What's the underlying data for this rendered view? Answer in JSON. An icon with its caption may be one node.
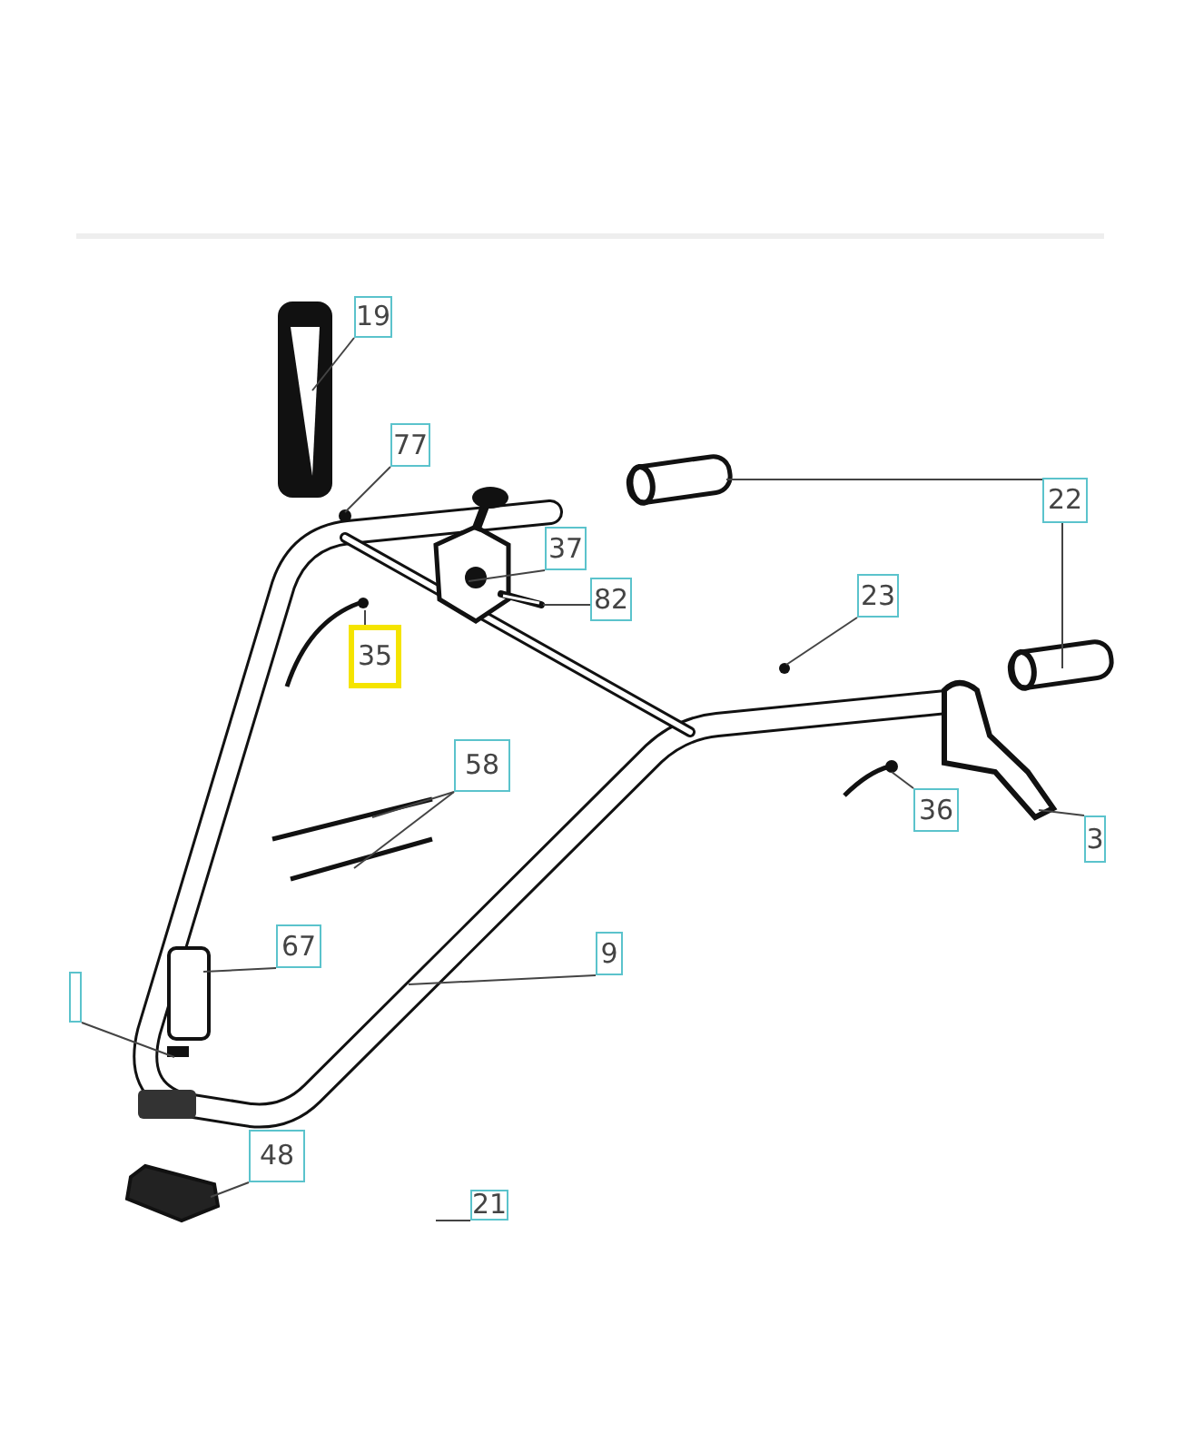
{
  "diagram": {
    "nodes": [
      {
        "text": [
          "19"
        ]
      },
      {
        "text": [
          "77"
        ]
      },
      {
        "text": [
          "37"
        ]
      },
      {
        "text": [
          "82"
        ]
      },
      {
        "text": [
          "35"
        ]
      },
      {
        "text": [
          "22"
        ]
      },
      {
        "text": [
          "23"
        ]
      },
      {
        "text": [
          "36"
        ]
      },
      {
        "text": [
          "3"
        ]
      },
      {
        "text": [
          "58"
        ]
      },
      {
        "text": [
          "67"
        ]
      },
      {
        "text": [
          "9"
        ]
      },
      {
        "text": [],
        "shape": "box"
      },
      {
        "text": [
          "48"
        ]
      },
      {
        "text": [
          "21"
        ]
      }
    ],
    "edges": [
      {
        "from": 0,
        "to": null,
        "arrow": "none"
      },
      {
        "from": 1,
        "to": null,
        "arrow": "none"
      },
      {
        "from": 2,
        "to": null,
        "arrow": "none"
      },
      {
        "from": 3,
        "to": null,
        "arrow": "none"
      },
      {
        "from": 4,
        "to": null,
        "arrow": "none"
      },
      {
        "from": 5,
        "to": null,
        "arrow": "none"
      },
      {
        "from": 5,
        "to": null,
        "arrow": "none"
      },
      {
        "from": 6,
        "to": null,
        "arrow": "none"
      },
      {
        "from": 7,
        "to": null,
        "arrow": "none"
      },
      {
        "from": 8,
        "to": null,
        "arrow": "none"
      },
      {
        "from": 9,
        "to": null,
        "arrow": "none"
      },
      {
        "from": 9,
        "to": null,
        "arrow": "none"
      },
      {
        "from": 10,
        "to": null,
        "arrow": "none"
      },
      {
        "from": 11,
        "to": null,
        "arrow": "none"
      },
      {
        "from": 12,
        "to": null,
        "arrow": "none"
      },
      {
        "from": 13,
        "to": null,
        "arrow": "none"
      },
      {
        "from": 14,
        "to": null,
        "arrow": "none"
      }
    ]
  }
}
